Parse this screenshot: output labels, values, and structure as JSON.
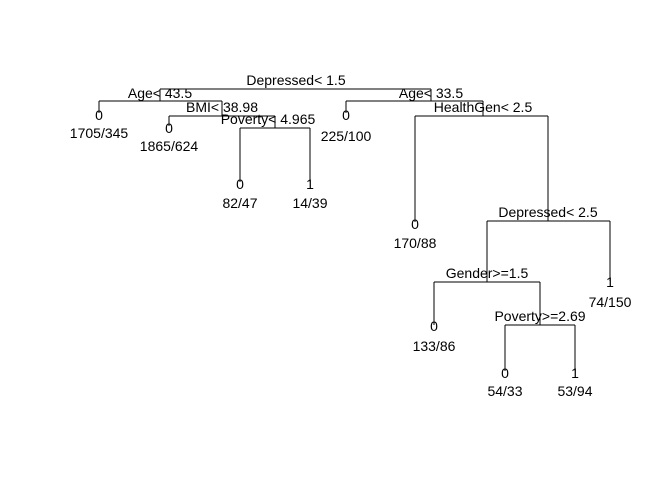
{
  "tree": {
    "splits": {
      "root": "Depressed< 1.5",
      "age_left": "Age< 43.5",
      "bmi": "BMI< 38.98",
      "poverty_left": "Poverty< 4.965",
      "age_right": "Age< 33.5",
      "healthgen": "HealthGen< 2.5",
      "depressed_inner": "Depressed< 2.5",
      "gender": "Gender>=1.5",
      "poverty_right": "Poverty>=2.69"
    },
    "leaves": [
      {
        "id": "leaf-1",
        "class": "0",
        "counts": "1705/345"
      },
      {
        "id": "leaf-2",
        "class": "0",
        "counts": "1865/624"
      },
      {
        "id": "leaf-3",
        "class": "0",
        "counts": "82/47"
      },
      {
        "id": "leaf-4",
        "class": "1",
        "counts": "14/39"
      },
      {
        "id": "leaf-5",
        "class": "0",
        "counts": "225/100"
      },
      {
        "id": "leaf-6",
        "class": "0",
        "counts": "170/88"
      },
      {
        "id": "leaf-7",
        "class": "0",
        "counts": "133/86"
      },
      {
        "id": "leaf-8",
        "class": "0",
        "counts": "54/33"
      },
      {
        "id": "leaf-9",
        "class": "1",
        "counts": "53/94"
      },
      {
        "id": "leaf-10",
        "class": "1",
        "counts": "74/150"
      }
    ]
  }
}
